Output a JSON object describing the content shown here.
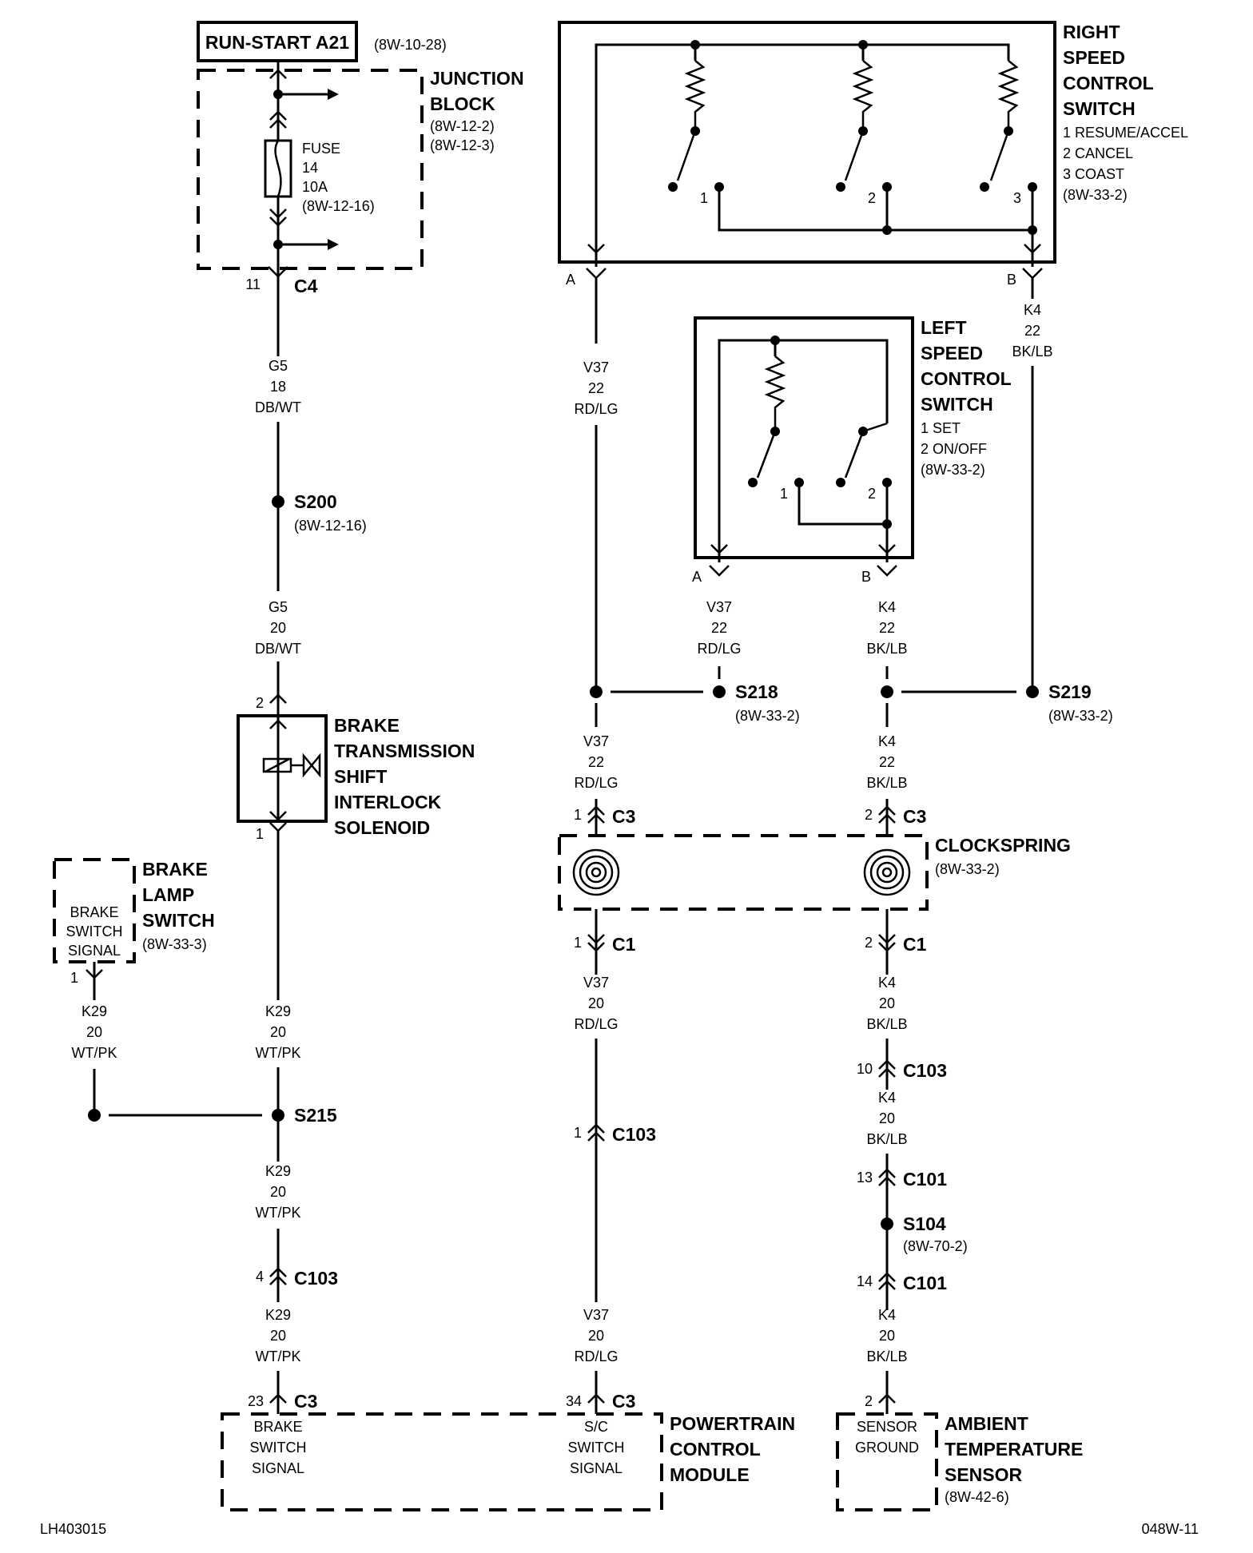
{
  "fuse_box": {
    "source": "RUN-START A21",
    "source_ref": "(8W-10-28)",
    "name": [
      "JUNCTION",
      "BLOCK"
    ],
    "refs": [
      "(8W-12-2)",
      "(8W-12-3)"
    ],
    "fuse": [
      "FUSE",
      "14",
      "10A",
      "(8W-12-16)"
    ]
  },
  "right_switch": {
    "name": [
      "RIGHT",
      "SPEED",
      "CONTROL",
      "SWITCH"
    ],
    "details": [
      "1 RESUME/ACCEL",
      "2 CANCEL",
      "3 COAST",
      "(8W-33-2)"
    ],
    "contacts": [
      "1",
      "2",
      "3"
    ],
    "pin_a": "A",
    "pin_b": "B"
  },
  "left_switch": {
    "name": [
      "LEFT",
      "SPEED",
      "CONTROL",
      "SWITCH"
    ],
    "details": [
      "1 SET",
      "2 ON/OFF",
      "(8W-33-2)"
    ],
    "contacts": [
      "1",
      "2"
    ],
    "pin_a": "A",
    "pin_b": "B"
  },
  "bts_solenoid": {
    "name": [
      "BRAKE",
      "TRANSMISSION",
      "SHIFT",
      "INTERLOCK",
      "SOLENOID"
    ],
    "pin_top": "2",
    "pin_bottom": "1"
  },
  "brake_lamp_switch": {
    "name": [
      "BRAKE",
      "LAMP",
      "SWITCH"
    ],
    "ref": "(8W-33-3)",
    "inner": [
      "BRAKE",
      "SWITCH",
      "SIGNAL"
    ],
    "pin": "1"
  },
  "clockspring": {
    "name": "CLOCKSPRING",
    "ref": "(8W-33-2)"
  },
  "pcm": {
    "name": [
      "POWERTRAIN",
      "CONTROL",
      "MODULE"
    ],
    "left_inner": [
      "BRAKE",
      "SWITCH",
      "SIGNAL"
    ],
    "right_inner": [
      "S/C",
      "SWITCH",
      "SIGNAL"
    ]
  },
  "ambient_sensor": {
    "name": [
      "AMBIENT",
      "TEMPERATURE",
      "SENSOR"
    ],
    "ref": "(8W-42-6)",
    "inner": [
      "SENSOR",
      "GROUND"
    ],
    "pin": "2"
  },
  "connectors": {
    "c4": {
      "pin": "11",
      "name": "C4"
    },
    "c3_pcm_left": {
      "pin": "23",
      "name": "C3"
    },
    "c3_pcm_right": {
      "pin": "34",
      "name": "C3"
    },
    "c103_k29": {
      "pin": "4",
      "name": "C103"
    },
    "c103_v37": {
      "pin": "1",
      "name": "C103"
    },
    "c3_cs_left": {
      "pin": "1",
      "name": "C3"
    },
    "c3_cs_right": {
      "pin": "2",
      "name": "C3"
    },
    "c1_cs_left": {
      "pin": "1",
      "name": "C1"
    },
    "c1_cs_right": {
      "pin": "2",
      "name": "C1"
    },
    "c103_k4": {
      "pin": "10",
      "name": "C103"
    },
    "c101_a": {
      "pin": "13",
      "name": "C101"
    },
    "c101_b": {
      "pin": "14",
      "name": "C101"
    }
  },
  "splices": {
    "s200": {
      "name": "S200",
      "ref": "(8W-12-16)"
    },
    "s215": {
      "name": "S215"
    },
    "s218": {
      "name": "S218",
      "ref": "(8W-33-2)"
    },
    "s219": {
      "name": "S219",
      "ref": "(8W-33-2)"
    },
    "s104": {
      "name": "S104",
      "ref": "(8W-70-2)"
    }
  },
  "wires": {
    "g5_top": [
      "G5",
      "18",
      "DB/WT"
    ],
    "g5_bottom": [
      "G5",
      "20",
      "DB/WT"
    ],
    "k29_sol": [
      "K29",
      "20",
      "WT/PK"
    ],
    "k29_bls": [
      "K29",
      "20",
      "WT/PK"
    ],
    "k29_mid": [
      "K29",
      "20",
      "WT/PK"
    ],
    "k29_low": [
      "K29",
      "20",
      "WT/PK"
    ],
    "v37_top": [
      "V37",
      "22",
      "RD/LG"
    ],
    "v37_left_sw": [
      "V37",
      "22",
      "RD/LG"
    ],
    "v37_mid": [
      "V37",
      "22",
      "RD/LG"
    ],
    "v37_c1": [
      "V37",
      "20",
      "RD/LG"
    ],
    "v37_low": [
      "V37",
      "20",
      "RD/LG"
    ],
    "k4_right": [
      "K4",
      "22",
      "BK/LB"
    ],
    "k4_left_sw": [
      "K4",
      "22",
      "BK/LB"
    ],
    "k4_mid": [
      "K4",
      "22",
      "BK/LB"
    ],
    "k4_c1": [
      "K4",
      "20",
      "BK/LB"
    ],
    "k4_c103": [
      "K4",
      "20",
      "BK/LB"
    ],
    "k4_low": [
      "K4",
      "20",
      "BK/LB"
    ]
  },
  "footer": {
    "left": "LH403015",
    "right": "048W-11"
  }
}
